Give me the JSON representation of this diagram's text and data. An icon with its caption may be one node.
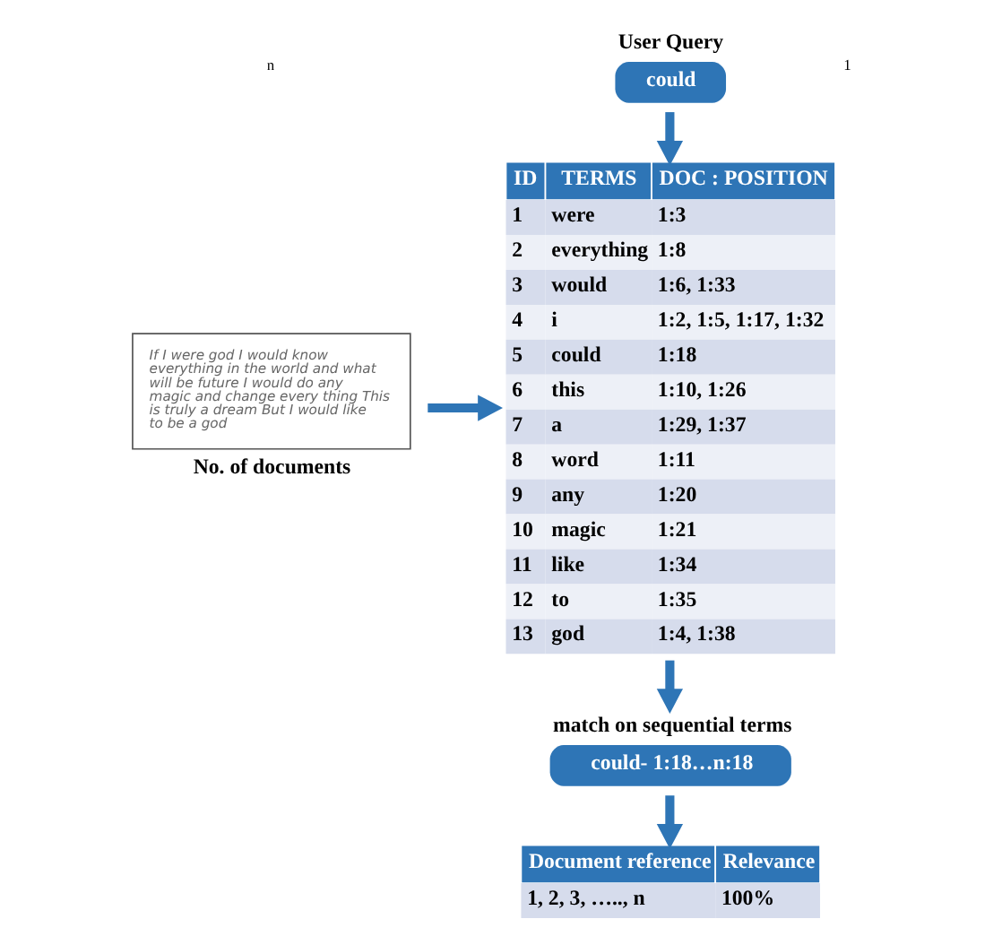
{
  "diagram": {
    "nodes": [
      {
        "text": [
          "If I were god I would know everything in the world and what will be future I would do any magic and change every thing This is truly a dream But I would like to be a god"
        ],
        "beside": [
          "No. of documents"
        ]
      },
      {
        "text": [
          "User Query",
          "could"
        ]
      },
      {
        "text": [
          "ID",
          "TERMS",
          "DOC : POSITION",
          "1",
          "were",
          "1:3",
          "2",
          "everything",
          "1:8",
          "3",
          "would",
          "1:6, 1:33",
          "4",
          "i",
          "1:2, 1:5, 1:17, 1:32",
          "5",
          "could",
          "1:18",
          "6",
          "this",
          "1:10, 1:26",
          "7",
          "a",
          "1:29, 1:37",
          "8",
          "word",
          "1:11",
          "9",
          "any",
          "1:20",
          "10",
          "magic",
          "1:21",
          "11",
          "like",
          "1:34",
          "12",
          "to",
          "1:35",
          "13",
          "god",
          "1:4, 1:38"
        ]
      },
      {
        "text": [
          "match on sequential terms",
          "could- 1:18…n:18"
        ]
      },
      {
        "text": [
          "Document reference",
          "Relevance",
          "1, 2, 3, ….., n",
          "100%"
        ]
      }
    ],
    "edges": [
      {
        "from": 0,
        "to": 2,
        "arrow": "to"
      },
      {
        "from": 1,
        "to": 2,
        "arrow": "to"
      },
      {
        "from": 2,
        "to": 3,
        "arrow": "to"
      },
      {
        "from": 3,
        "to": 4,
        "arrow": "to"
      }
    ],
    "labels": [
      "n",
      "1"
    ]
  }
}
